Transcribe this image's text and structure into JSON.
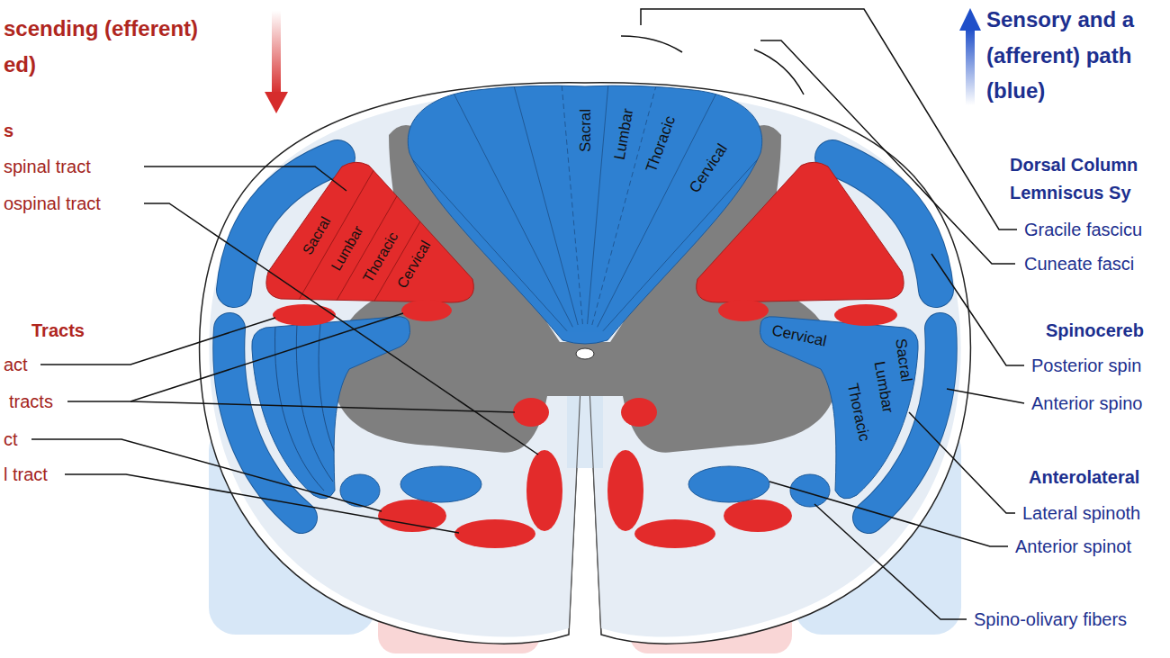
{
  "diagram": {
    "labels": [
      "scending (efferent)",
      "ed)",
      "Sensory and a",
      "(afferent) path",
      "(blue)",
      "s",
      "spinal tract",
      "ospinal tract",
      "Sacral",
      "Lumbar",
      "Thoracic",
      "Cervical",
      "Dorsal Column",
      "Lemniscus Sy",
      "Gracile fascicu",
      "Cuneate fasci",
      "Sacral",
      "Lumbar",
      "Thoracic",
      "Cervical",
      "Spinocereb",
      "Tracts",
      "Cervical",
      "Thoracic",
      "Lumbar",
      "Sacral",
      "act",
      "Posterior spin",
      "tracts",
      "Anterior spino",
      "ct",
      "l tract",
      "Anterolateral",
      "Lateral spinoth",
      "Anterior spinot",
      "Spino-olivary fibers"
    ]
  }
}
